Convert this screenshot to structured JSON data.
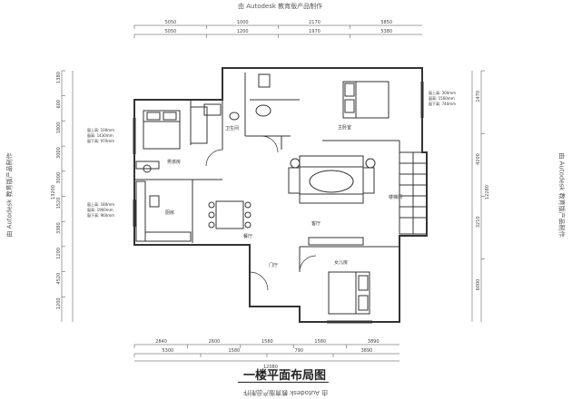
{
  "watermark": "由 Autodesk 教育版产品制作",
  "title": "一楼平面布局图",
  "rooms": {
    "bathroom": "卫生间",
    "master_bedroom": "主卧室",
    "boy_room": "男孩房",
    "kitchen": "厨房",
    "dining": "餐厅",
    "living": "客厅",
    "stairwell": "楼梯间",
    "foyer": "门厅",
    "girl_room": "女儿房"
  },
  "notes": {
    "left_upper": [
      "窗上高: 100mm",
      "窗高: 1430mm",
      "窗下高: 970mm"
    ],
    "left_lower": [
      "窗上高: 180mm",
      "窗高: 1960mm",
      "窗下高: 960mm"
    ],
    "right_upper": [
      "窗上高: 300mm",
      "窗高: 1560mm",
      "窗下高: 740mm"
    ]
  },
  "dims": {
    "top1": [
      "5050",
      "1000",
      "2170",
      "5850"
    ],
    "top2": [
      "5050",
      "1200",
      "1970",
      "5380"
    ],
    "bottom1": [
      "2840",
      "2600",
      "1580",
      "1580",
      "3890"
    ],
    "bottom2": [
      "5300",
      "1580",
      "790",
      "3890"
    ],
    "bottom_total": "12080",
    "left": [
      "1380",
      "600",
      "1800",
      "3000",
      "3000",
      "1520",
      "3380",
      "1200",
      "4520",
      "1200"
    ],
    "left_total": "13200",
    "right": [
      "1470",
      "4200",
      "3210",
      "6000"
    ],
    "right_total": "12280"
  },
  "colors": {
    "line": "#333333",
    "dim": "#444444"
  }
}
